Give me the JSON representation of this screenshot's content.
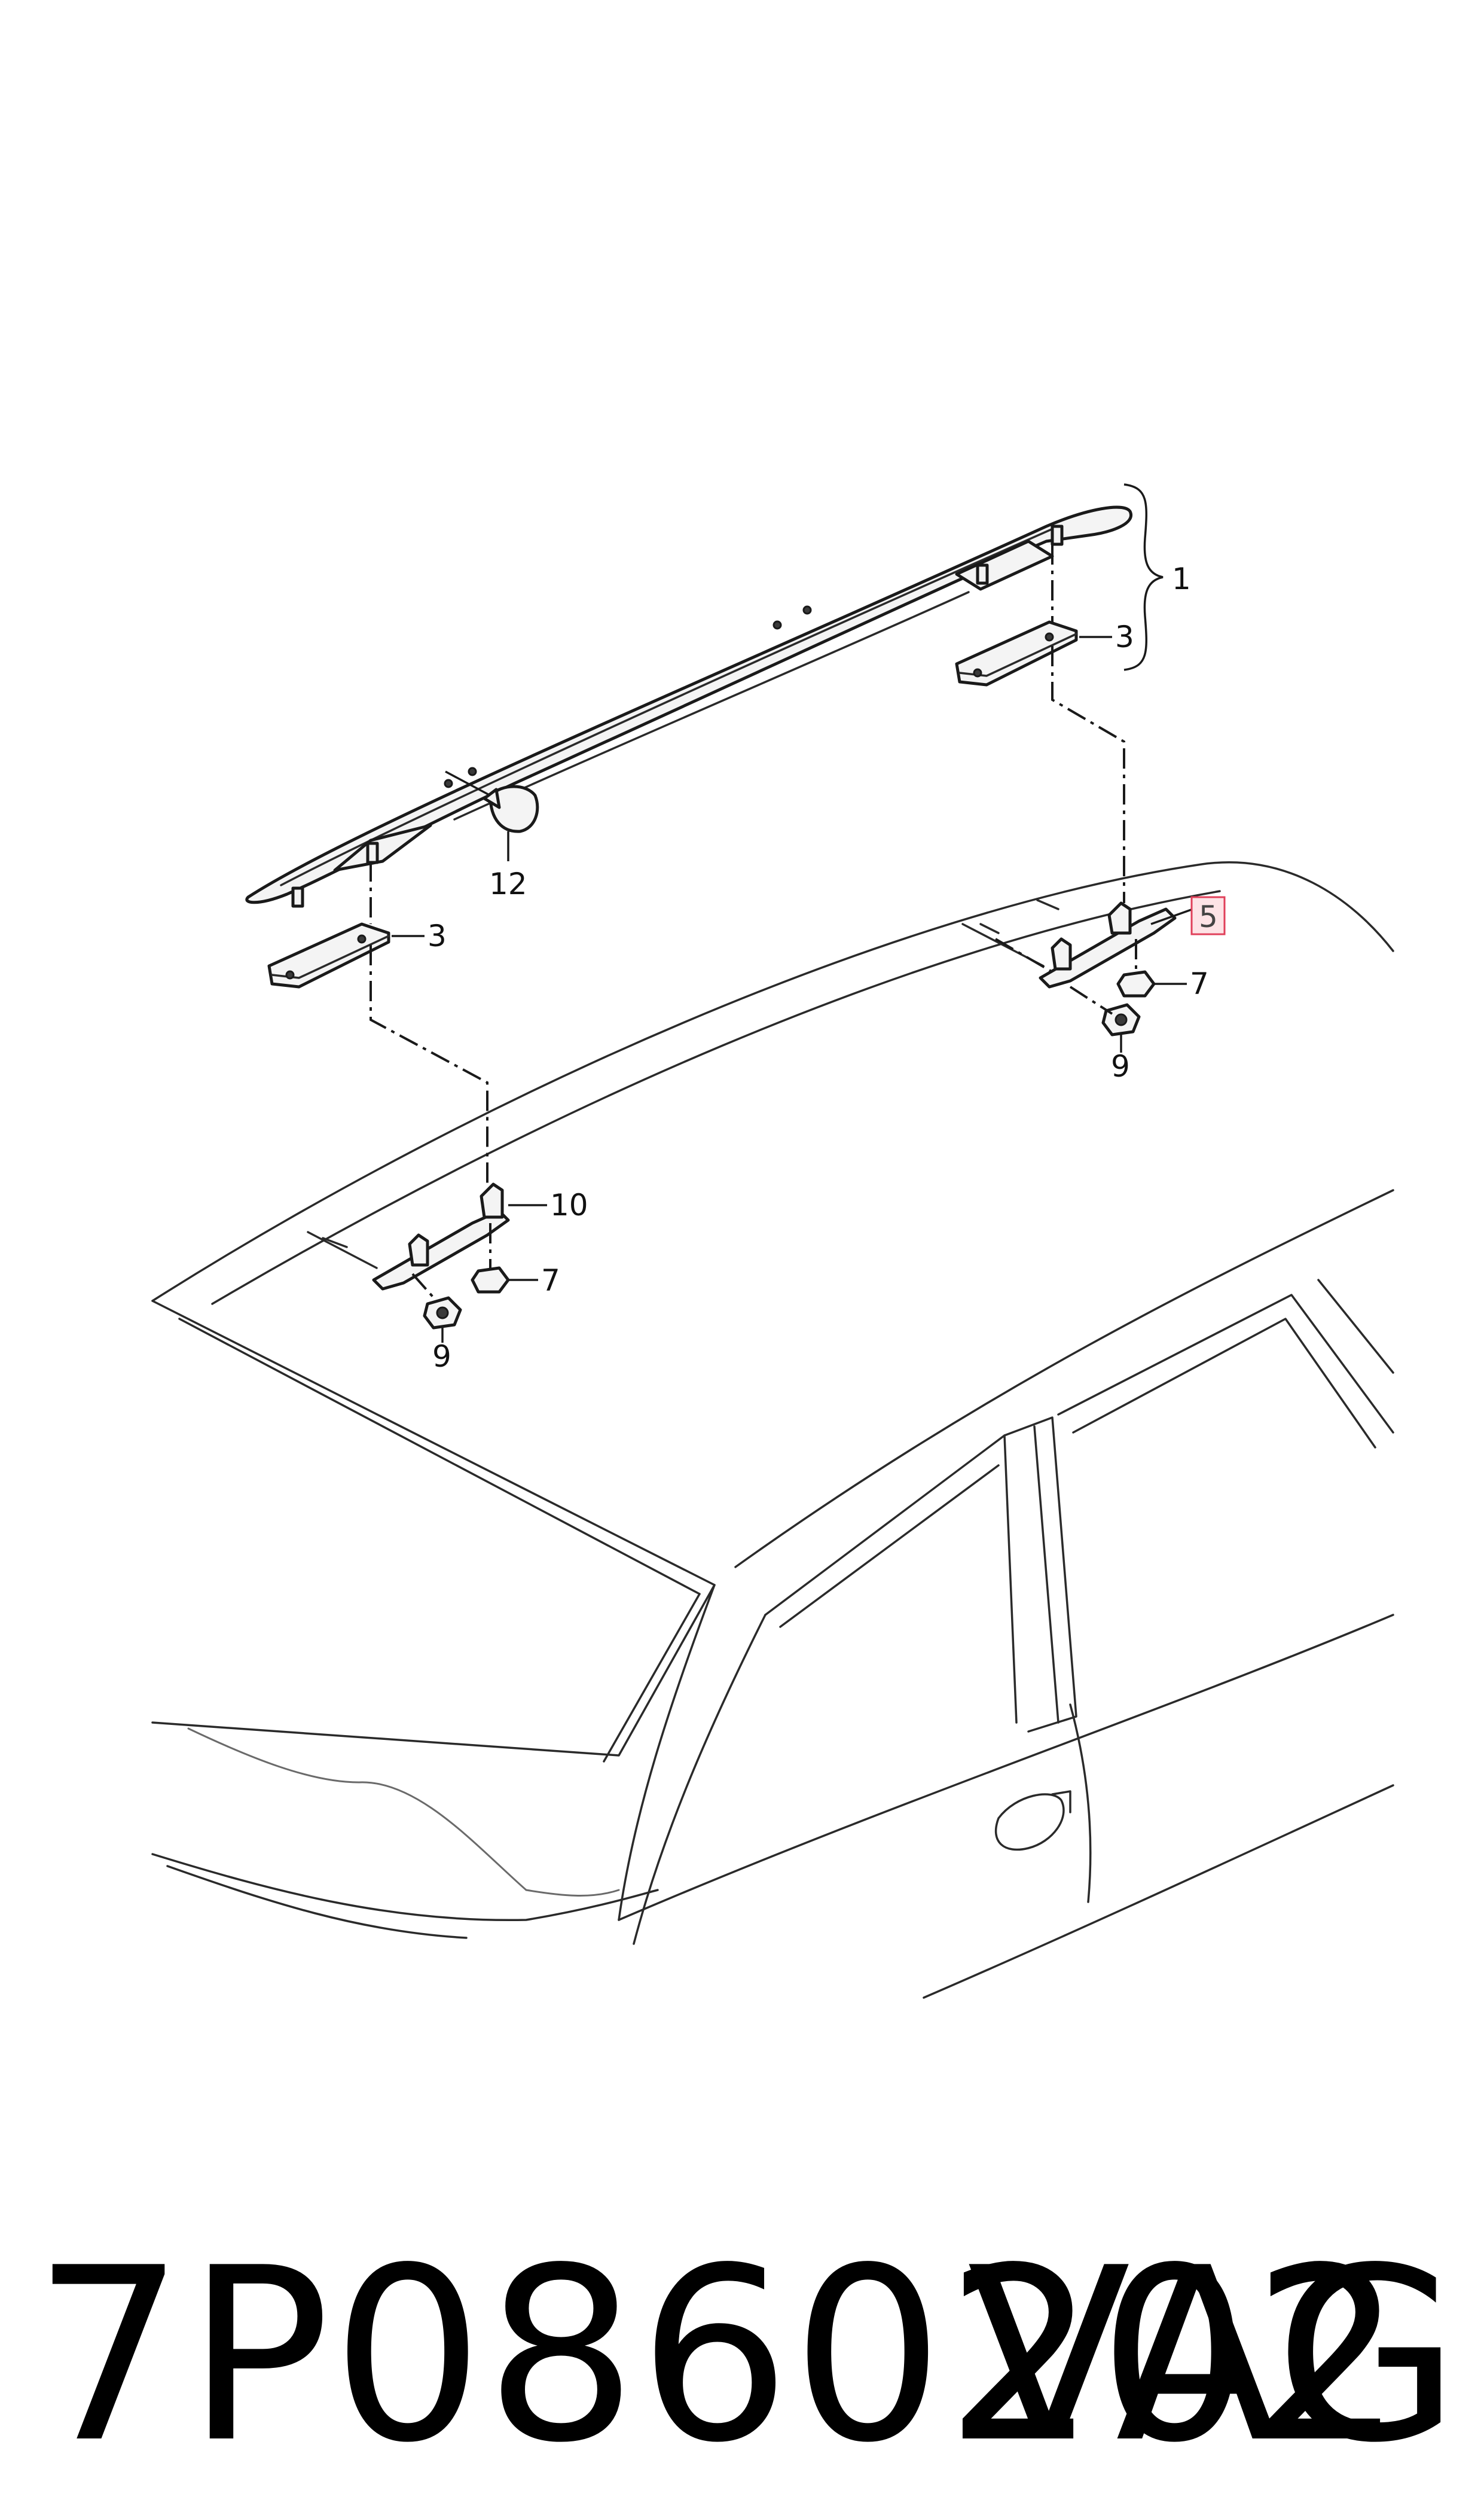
{
  "diagram": {
    "callouts": [
      {
        "id": "callout-1",
        "label": "1"
      },
      {
        "id": "callout-3-right",
        "label": "3"
      },
      {
        "id": "callout-12",
        "label": "12"
      },
      {
        "id": "callout-3-left",
        "label": "3"
      },
      {
        "id": "callout-5",
        "label": "5",
        "highlighted": true
      },
      {
        "id": "callout-7-right",
        "label": "7"
      },
      {
        "id": "callout-9-right",
        "label": "9"
      },
      {
        "id": "callout-10",
        "label": "10"
      },
      {
        "id": "callout-7-left",
        "label": "7"
      },
      {
        "id": "callout-9-left",
        "label": "9"
      }
    ],
    "highlight_color": "#e0405a",
    "highlight_fill": "#fde3e6"
  },
  "footer": {
    "part_number": "7P0860202",
    "brand": "VAG"
  }
}
